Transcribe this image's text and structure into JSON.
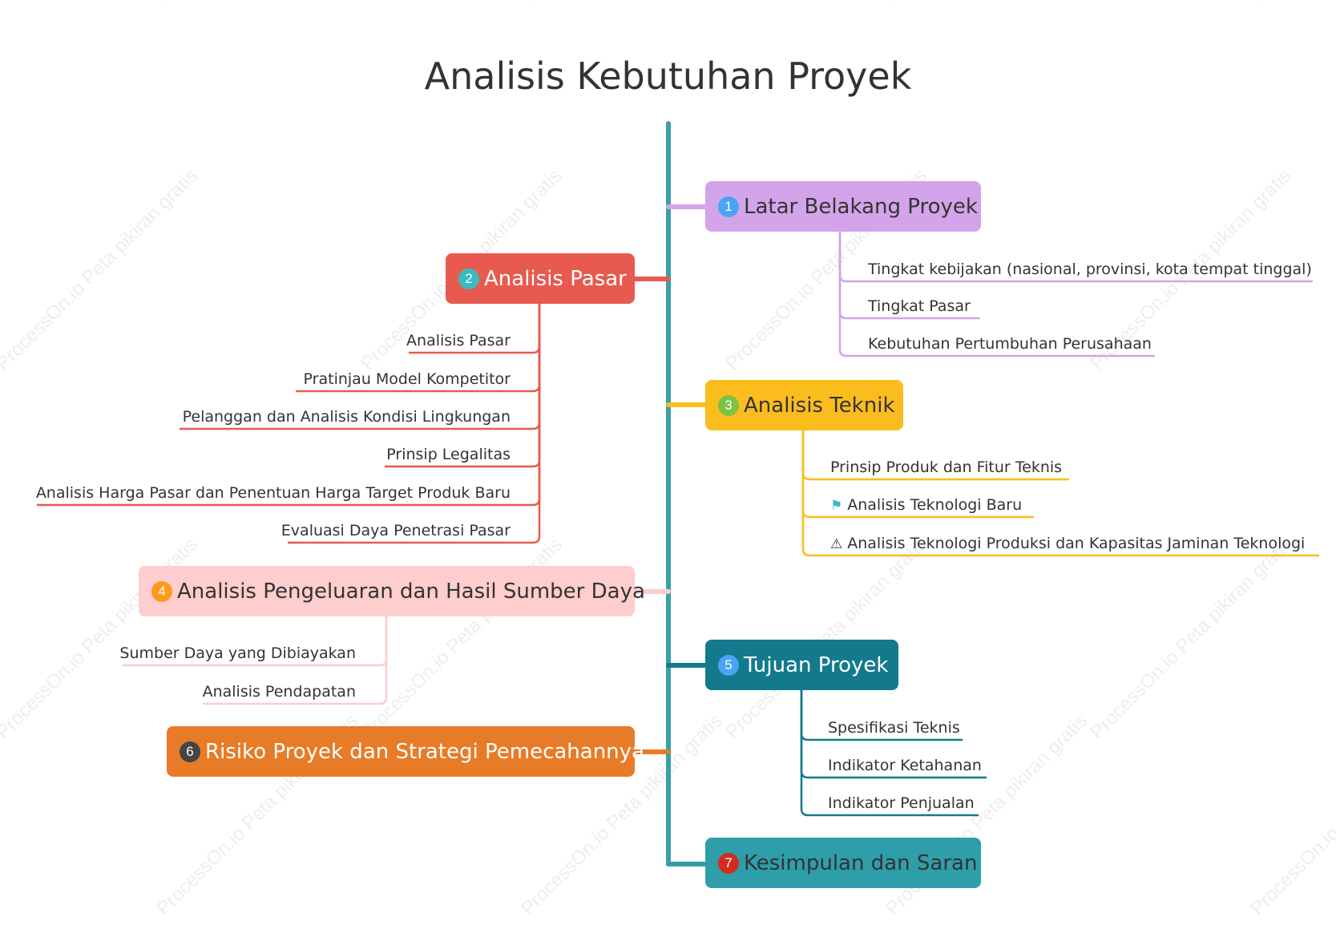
{
  "title": "Analisis Kebutuhan Proyek",
  "watermark_text": "ProcessOn.io Peta pikiran gratis",
  "colors": {
    "trunk": "#3a9faa",
    "latar": "#d3a4e9",
    "pasar": "#e85a4f",
    "teknik": "#fbbd1d",
    "pengeluaran": "#fecdcd",
    "tujuan": "#137a8e",
    "risiko": "#e87b27",
    "kesimpulan": "#2e9ea9"
  },
  "nodes": {
    "latar": {
      "badge": "1",
      "label": "Latar Belakang Proyek",
      "badge_color": "#4aa3f5",
      "children": [
        "Tingkat kebijakan (nasional, provinsi, kota tempat tinggal)",
        "Tingkat Pasar",
        "Kebutuhan Pertumbuhan Perusahaan"
      ]
    },
    "pasar": {
      "badge": "2",
      "label": "Analisis Pasar",
      "badge_color": "#3bbbc0",
      "children": [
        "Analisis Pasar",
        "Pratinjau Model Kompetitor",
        "Pelanggan dan Analisis Kondisi Lingkungan",
        "Prinsip Legalitas",
        "Analisis Harga Pasar dan Penentuan Harga Target Produk Baru",
        "Evaluasi Daya Penetrasi Pasar"
      ]
    },
    "teknik": {
      "badge": "3",
      "label": "Analisis Teknik",
      "badge_color": "#7cc243",
      "children": [
        {
          "icon": "",
          "text": "Prinsip Produk dan Fitur Teknis"
        },
        {
          "icon": "flag-icon",
          "text": "Analisis Teknologi Baru"
        },
        {
          "icon": "warning-icon",
          "text": "Analisis Teknologi Produksi dan Kapasitas Jaminan Teknologi"
        }
      ]
    },
    "pengeluaran": {
      "badge": "4",
      "label": "Analisis Pengeluaran dan Hasil Sumber Daya",
      "badge_color": "#fd9a1b",
      "children": [
        "Sumber Daya yang Dibiayakan",
        "Analisis Pendapatan"
      ]
    },
    "tujuan": {
      "badge": "5",
      "label": "Tujuan Proyek",
      "badge_color": "#4aa3f5",
      "children": [
        "Spesifikasi Teknis",
        "Indikator Ketahanan",
        "Indikator Penjualan"
      ]
    },
    "risiko": {
      "badge": "6",
      "label": "Risiko Proyek dan Strategi Pemecahannya",
      "badge_color": "#444444",
      "children": []
    },
    "kesimpulan": {
      "badge": "7",
      "label": "Kesimpulan dan Saran",
      "badge_color": "#d42b1f",
      "children": []
    }
  }
}
